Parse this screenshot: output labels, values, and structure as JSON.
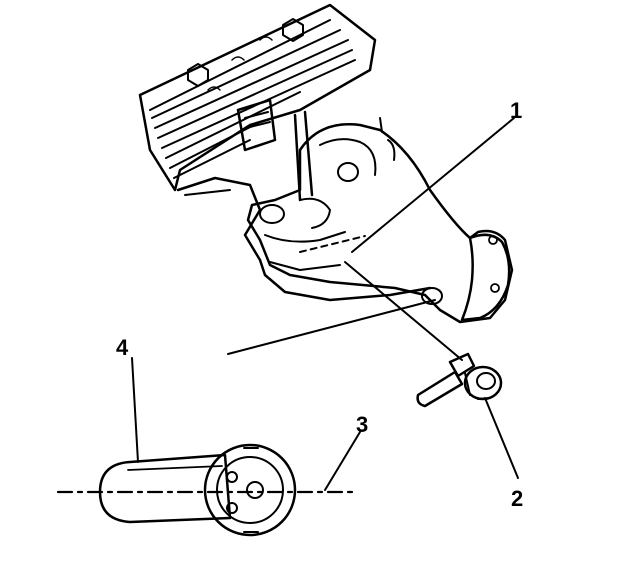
{
  "diagram": {
    "callouts": [
      {
        "id": "1",
        "label": "1"
      },
      {
        "id": "2",
        "label": "2"
      },
      {
        "id": "3",
        "label": "3"
      },
      {
        "id": "4",
        "label": "4"
      }
    ],
    "colors": {
      "ink": "#000000",
      "background": "#ffffff"
    }
  }
}
